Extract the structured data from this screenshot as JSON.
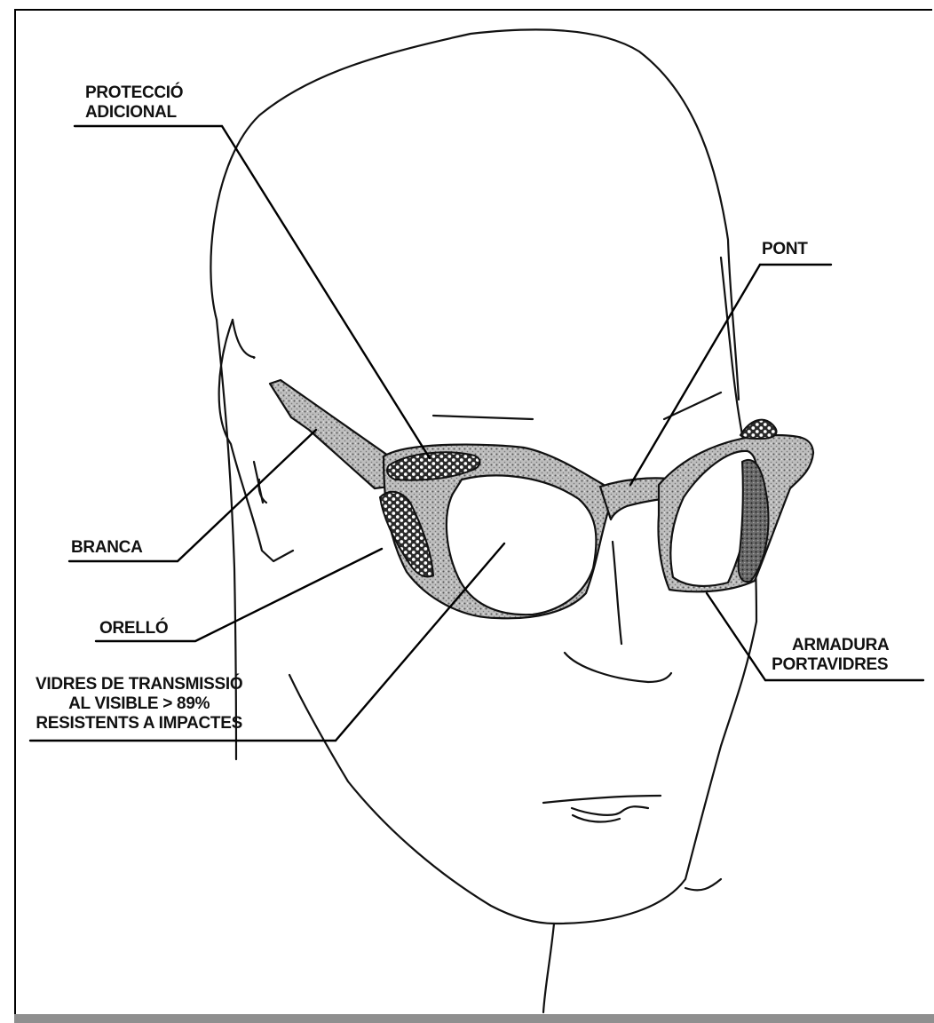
{
  "labels": {
    "proteccio": [
      "PROTECCIÓ",
      "ADICIONAL"
    ],
    "pont": "PONT",
    "branca": "BRANCA",
    "orello": "ORELLÓ",
    "armadura": [
      "ARMADURA",
      "PORTAVIDRES"
    ],
    "vidres": [
      "VIDRES DE TRANSMISSIÓ",
      "AL VISIBLE > 89%",
      "RESISTENTS A IMPACTES"
    ]
  }
}
